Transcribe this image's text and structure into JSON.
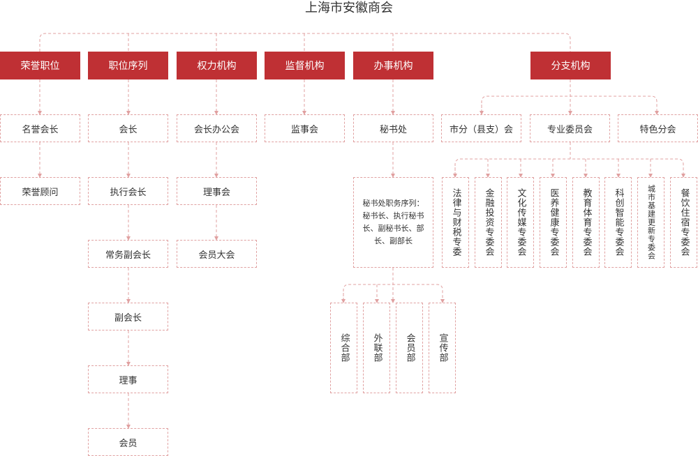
{
  "title": "上海市安徽商会",
  "columns": {
    "honor": {
      "header": "荣誉职位",
      "items": [
        "名誉会长",
        "荣誉顾问"
      ]
    },
    "rank": {
      "header": "职位序列",
      "items": [
        "会长",
        "执行会长",
        "常务副会长",
        "副会长",
        "理事",
        "会员"
      ]
    },
    "power": {
      "header": "权力机构",
      "items": [
        "会长办公会",
        "理事会",
        "会员大会"
      ]
    },
    "supervise": {
      "header": "监督机构",
      "items": [
        "监事会"
      ]
    },
    "office": {
      "header": "办事机构",
      "items": [
        "秘书处",
        "秘书处职务序列：秘书长、执行秘书长、副秘书长、部长、副部长"
      ],
      "departments": [
        "综合部",
        "外联部",
        "会员部",
        "宣传部"
      ]
    },
    "branch": {
      "header": "分支机构",
      "items": [
        "市分（县支）会",
        "专业委员会",
        "特色分会"
      ],
      "committees": [
        "法律与财税专委",
        "金融投资专委会",
        "文化传媒专委会",
        "医养健康专委会",
        "教育体育专委会",
        "科创智能专委会",
        "城市基建更新专委会",
        "餐饮住宿专委会"
      ]
    }
  },
  "colors": {
    "header_bg": "#bf3034",
    "header_text": "#ffffff",
    "line": "#e0a0a0",
    "text": "#333333"
  }
}
